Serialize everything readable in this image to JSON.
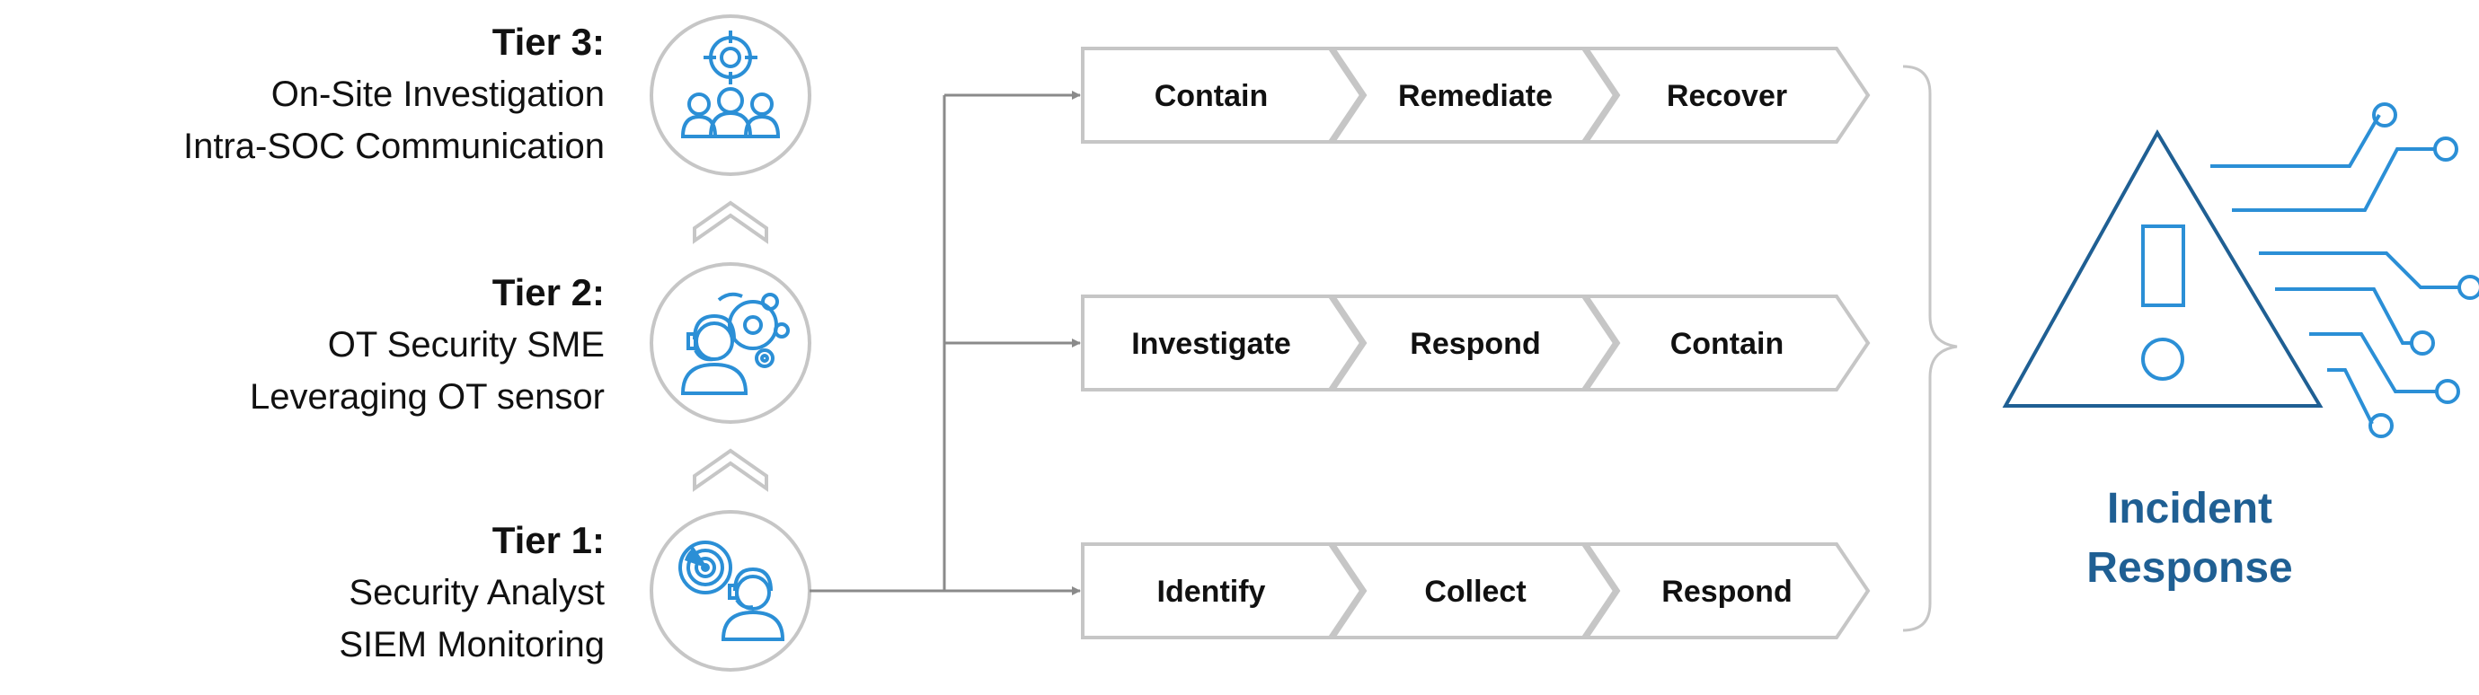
{
  "tiers": [
    {
      "title": "Tier 3:",
      "lines": [
        "On-Site Investigation",
        "Intra-SOC Communication"
      ],
      "icon": "team-target-icon"
    },
    {
      "title": "Tier 2:",
      "lines": [
        "OT Security SME",
        "Leveraging OT sensor"
      ],
      "icon": "sme-network-icon"
    },
    {
      "title": "Tier 1:",
      "lines": [
        "Security Analyst",
        "SIEM Monitoring"
      ],
      "icon": "analyst-radar-icon"
    }
  ],
  "workflows": [
    {
      "steps": [
        "Contain",
        "Remediate",
        "Recover"
      ]
    },
    {
      "steps": [
        "Investigate",
        "Respond",
        "Contain"
      ]
    },
    {
      "steps": [
        "Identify",
        "Collect",
        "Respond"
      ]
    }
  ],
  "incident_response": {
    "line1": "Incident",
    "line2": "Response",
    "icon": "alert-triangle-circuit-icon"
  },
  "colors": {
    "accent_blue": "#2b8fd6",
    "dark_blue": "#1f5f93",
    "gray": "#bdbdbd"
  }
}
